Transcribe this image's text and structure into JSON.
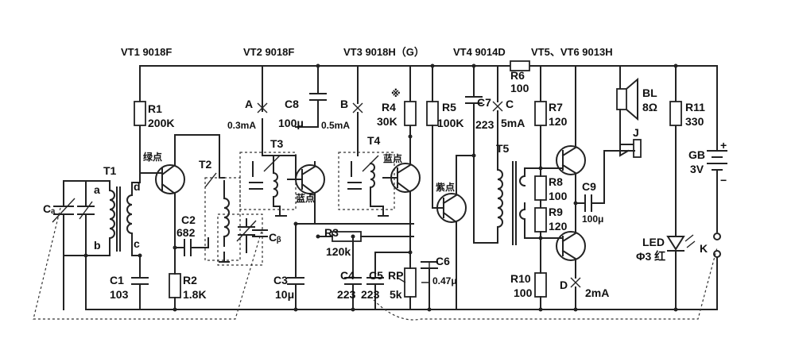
{
  "titles": {
    "vt1": "VT1 9018F",
    "vt2": "VT2  9018F",
    "vt3": "VT3  9018H（G）",
    "vt4": "VT4  9014D",
    "vt56": "VT5、VT6  9013H"
  },
  "components": {
    "r1": "R1",
    "r1v": "200K",
    "r2": "R2",
    "r2v": "1.8K",
    "r3": "R3",
    "r3v": "120k",
    "r4": "R4",
    "r4v": "30K",
    "r4mark": "※",
    "r5": "R5",
    "r5v": "100K",
    "r6": "R6",
    "r6v": "100",
    "r7": "R7",
    "r7v": "120",
    "r8": "R8",
    "r8v": "100",
    "r9": "R9",
    "r9v": "120",
    "r10": "R10",
    "r10v": "100",
    "r11": "R11",
    "r11v": "330",
    "c1": "C1",
    "c1v": "103",
    "c2": "C2",
    "c2v": "682",
    "c3": "C3",
    "c3v": "10μ",
    "c4": "C4",
    "c4v": "223",
    "c5": "C5",
    "c5v": "223",
    "c6": "C6",
    "c6v": "0.47μ",
    "c7": "C7",
    "c7v": "223",
    "c8": "C8",
    "c8v": "100μ",
    "c9": "C9",
    "c9v": "100μ",
    "ca": "Cₐ",
    "cb": "Cᵦ",
    "t1": "T1",
    "t2": "T2",
    "t3": "T3",
    "t4": "T4",
    "t5": "T5",
    "rp": "RP",
    "rpv": "5k",
    "bl": "BL",
    "blv": "8Ω",
    "j": "J",
    "gb": "GB",
    "gbv": "3V",
    "led": "LED",
    "ledv": "Φ3 红",
    "k": "K",
    "coil_a": "a",
    "coil_b": "b",
    "coil_c": "c",
    "coil_d": "d",
    "plus": "+",
    "minus": "−"
  },
  "test_points": {
    "a": "A",
    "a_cur": "0.3mA",
    "b": "B",
    "b_cur": "0.5mA",
    "c": "C",
    "c_cur": "5mA",
    "d": "D",
    "d_cur": "2mA"
  },
  "notes": {
    "green_dot": "绿点",
    "blue_dot1": "蓝点",
    "blue_dot2": "蓝点",
    "purple_dot": "紫点"
  }
}
